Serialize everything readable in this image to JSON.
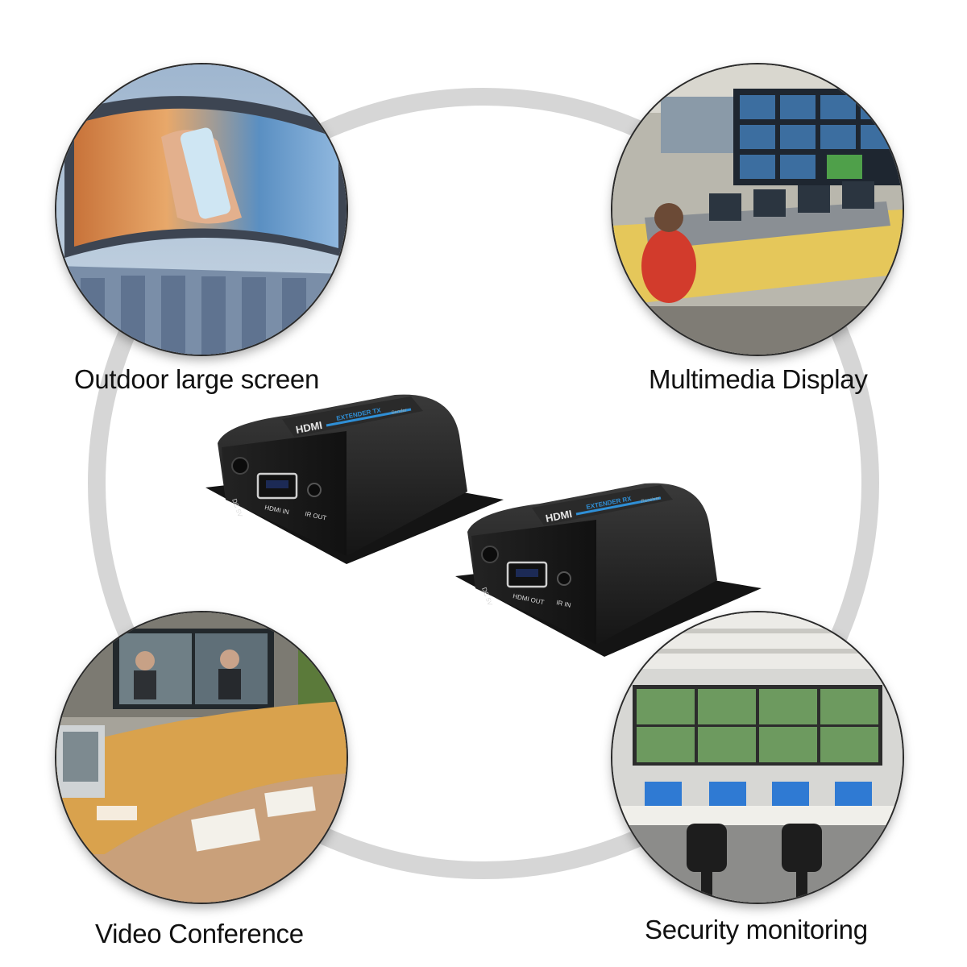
{
  "captions": {
    "outdoor": "Outdoor large screen",
    "multimedia": "Multimedia Display",
    "conference": "Video Conference",
    "security": "Security monitoring"
  },
  "transmitter": {
    "brand": "HDMI",
    "model": "EXTENDER TX",
    "role": "Sender",
    "power_label": "DC 5V",
    "hdmi_label": "HDMI IN",
    "ir_label": "IR OUT"
  },
  "receiver": {
    "brand": "HDMI",
    "model": "EXTENDER RX",
    "role": "Receiver",
    "power_label": "DC 5V",
    "hdmi_label": "HDMI OUT",
    "ir_label": "IR IN"
  },
  "colors": {
    "ring": "#d6d6d6",
    "device_body": "#1c1c1c",
    "accent_blue": "#2f8fd6",
    "caption_text": "#111111"
  }
}
